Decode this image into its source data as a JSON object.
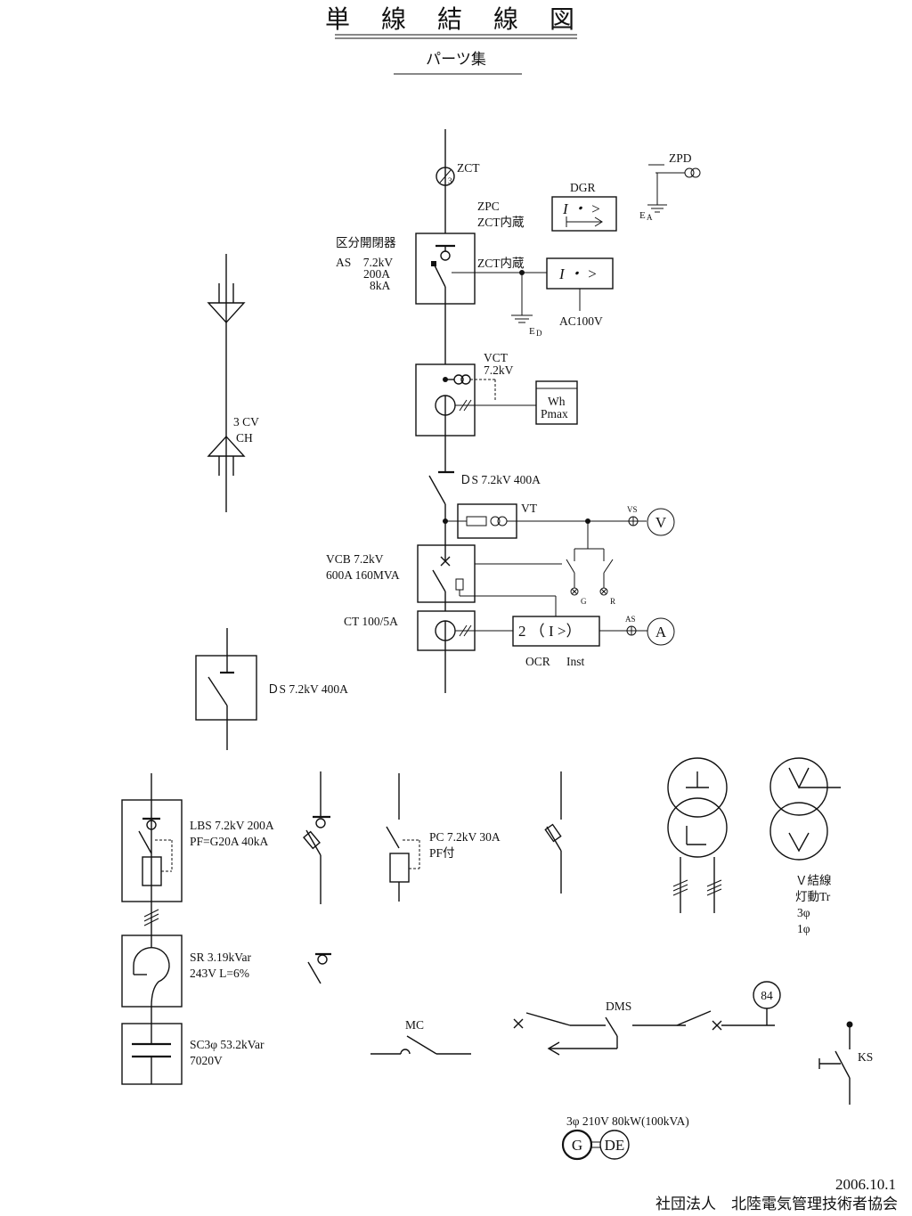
{
  "title": "単 線 結 線 図",
  "subtitle": "パーツ集",
  "labels": {
    "zct": "ZCT",
    "zpd": "ZPD",
    "ea": "E",
    "ea_sub": "A",
    "dgr": "DGR",
    "zpc": "ZPC",
    "zct_builtin1": "ZCT内蔵",
    "zct_builtin2": "ZCT内蔵",
    "relay_i": "I ・ >",
    "relay_i2": "I ・ >",
    "kubun": "区分開閉器",
    "as1": "AS　7.2kV",
    "as2": "200A",
    "as3": "8kA",
    "ed": "E",
    "ed_sub": "D",
    "ac100": "AC100V",
    "vct1": "VCT",
    "vct2": "7.2kV",
    "wh": "Wh",
    "pmax": "Pmax",
    "cable1": "3 CV",
    "cable2": "CH",
    "ds_main": "ＤS  7.2kV  400A",
    "vt": "VT",
    "vs": "VS",
    "v": "V",
    "vcb1": "VCB  7.2kV",
    "vcb2": "600A  160MVA",
    "g": "G",
    "r": "R",
    "ct": "CT  100/5A",
    "relay_ocr": "2 （ I >）",
    "as_meter": "AS",
    "a": "A",
    "ocr": "OCR",
    "inst": "Inst",
    "ds2": "ＤS  7.2kV  400A",
    "lbs1": "LBS  7.2kV  200A",
    "lbs2": "PF=G20A  40kA",
    "pc1": "PC  7.2kV  30A",
    "pc2": "PF付",
    "vtr1": "Ｖ結線",
    "vtr2": "灯動Tr",
    "vtr3": "3φ",
    "vtr4": "1φ",
    "sr1": "SR  3.19kVar",
    "sr2": "243V  L=6%",
    "sc1": "SC3φ  53.2kVar",
    "sc2": "7020V",
    "mc": "MC",
    "dms": "DMS",
    "n84": "84",
    "ks": "KS",
    "gen": "3φ 210V 80kW(100kVA)",
    "gen_g": "G",
    "gen_de": "DE",
    "date": "2006.10.1",
    "org": "社団法人　北陸電気管理技術者協会"
  }
}
